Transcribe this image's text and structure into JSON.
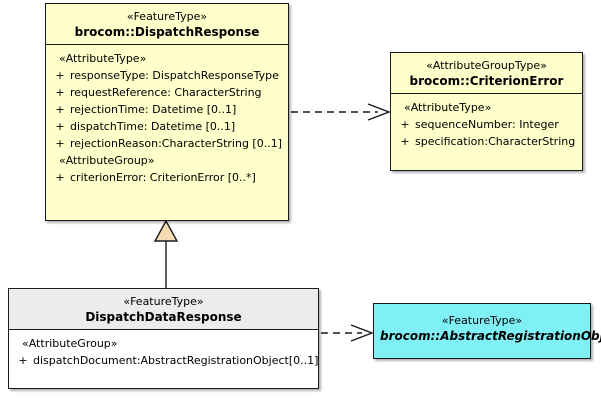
{
  "diagram": {
    "type": "uml-class-diagram",
    "background": "#ffffff",
    "colors": {
      "featuretype_fill": "#ffffcc",
      "attributegrouptype_fill": "#ffffcc",
      "abstract_fill": "#7ff0f5",
      "subclass_header_fill": "#ececec",
      "subclass_body_fill": "#ffffff",
      "border": "#1a1a1a",
      "generalization_arrowhead_fill": "#f5dcb4"
    }
  },
  "classes": {
    "dispatch_response": {
      "stereotype": "«FeatureType»",
      "name": "brocom::DispatchResponse",
      "abstract": false,
      "compartments": [
        {
          "group": "«AttributeType»",
          "attributes": [
            {
              "visibility": "+",
              "text": "responseType: DispatchResponseType"
            },
            {
              "visibility": "+",
              "text": "requestReference: CharacterString"
            },
            {
              "visibility": "+",
              "text": "rejectionTime: Datetime [0..1]"
            },
            {
              "visibility": "+",
              "text": "dispatchTime: Datetime [0..1]"
            },
            {
              "visibility": "+",
              "text": "rejectionReason:CharacterString [0..1]"
            }
          ]
        },
        {
          "group": "«AttributeGroup»",
          "attributes": [
            {
              "visibility": "+",
              "text": "criterionError: CriterionError [0..*]"
            }
          ]
        }
      ]
    },
    "criterion_error": {
      "stereotype": "«AttributeGroupType»",
      "name": "brocom::CriterionError",
      "abstract": false,
      "compartments": [
        {
          "group": "«AttributeType»",
          "attributes": [
            {
              "visibility": "+",
              "text": "sequenceNumber: Integer"
            },
            {
              "visibility": "+",
              "text": "specification:CharacterString"
            }
          ]
        }
      ]
    },
    "dispatch_data_response": {
      "stereotype": "«FeatureType»",
      "name": "DispatchDataResponse",
      "abstract": false,
      "compartments": [
        {
          "group": "«AttributeGroup»",
          "attributes": [
            {
              "visibility": "+",
              "text": "dispatchDocument:AbstractRegistrationObject[0..1]"
            }
          ]
        }
      ]
    },
    "abstract_registration_object": {
      "stereotype": "«FeatureType»",
      "name": "brocom::AbstractRegistrationObject",
      "abstract": true,
      "compartments": []
    }
  },
  "relationships": [
    {
      "id": "dep-dispatchresponse-criterionerror",
      "kind": "dependency",
      "line": "dashed",
      "arrowhead": "open",
      "from": "dispatch_response",
      "to": "criterion_error"
    },
    {
      "id": "gen-dispatchdataresponse-dispatchresponse",
      "kind": "generalization",
      "line": "solid",
      "arrowhead": "hollow-triangle",
      "from": "dispatch_data_response",
      "to": "dispatch_response"
    },
    {
      "id": "dep-dispatchdataresponse-abstractregistrationobject",
      "kind": "dependency",
      "line": "dashed",
      "arrowhead": "open",
      "from": "dispatch_data_response",
      "to": "abstract_registration_object"
    }
  ]
}
